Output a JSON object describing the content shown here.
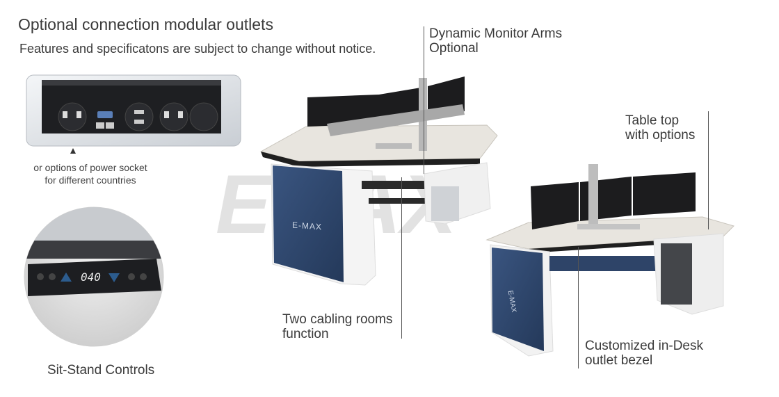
{
  "heading": "Optional connection modular outlets",
  "subheading": "Features and specificatons are subject to change without notice.",
  "outlet_panel": {
    "caption_line1": "or options of power socket",
    "caption_line2": "for different countries"
  },
  "sit_stand": {
    "display_value": "040",
    "label": "Sit-Stand Controls"
  },
  "callouts": {
    "monitor_arms_line1": "Dynamic Monitor Arms",
    "monitor_arms_line2": "Optional",
    "tabletop_line1": "Table top",
    "tabletop_line2": "with options",
    "cabling_line1": "Two cabling rooms",
    "cabling_line2": "function",
    "bezel_line1": "Customized in-Desk",
    "bezel_line2": "outlet bezel"
  },
  "branding": {
    "watermark": "EMAX",
    "desk_logo": "E-MAX"
  },
  "colors": {
    "panel_navy": "#2e4468",
    "desk_top": "#e8e5df",
    "desk_white": "#f2f2f2",
    "monitor": "#1c1c1e",
    "watermark": "#d9d9d9"
  }
}
